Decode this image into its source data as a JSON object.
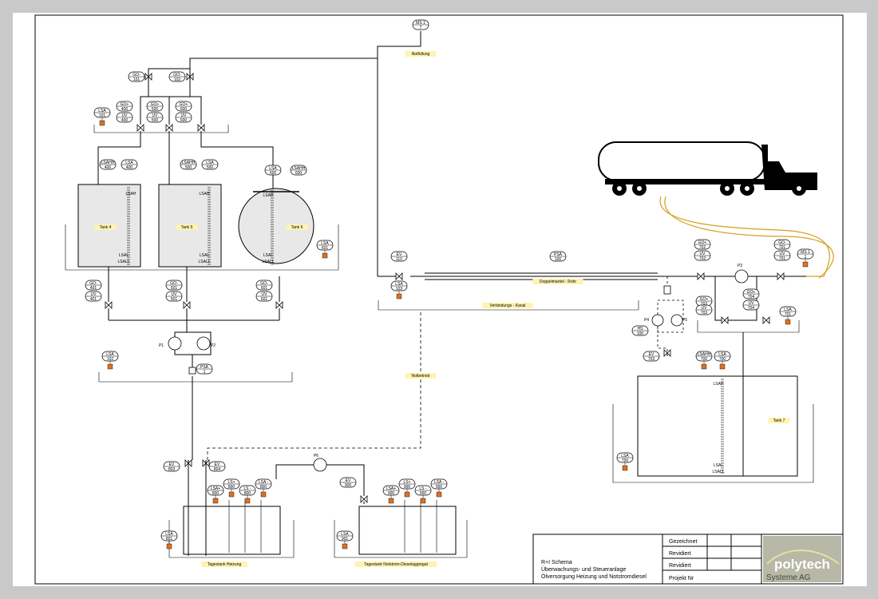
{
  "colors": {
    "sheet": "#ffffff",
    "frame": "#c9c9c9",
    "line": "#000000",
    "tankFill": "#e8e8e8",
    "sensor": "#e07020",
    "labelBg": "#fff3b0",
    "hose": "#d4a020"
  },
  "instruments": {
    "ms1_top": [
      "MS 1",
      "7"
    ],
    "go_101": [
      "GO-",
      "101"
    ],
    "go_102": [
      "GO-",
      "102"
    ],
    "lsa_101": [
      "LSA",
      "101"
    ],
    "go_400": [
      "GO+",
      "400"
    ],
    "uv_400": [
      "UV",
      "400"
    ],
    "go_500": [
      "GO+",
      "500"
    ],
    "uv_500": [
      "UV",
      "500"
    ],
    "go_600": [
      "GO+",
      "600"
    ],
    "uv_600": [
      "UV",
      "600"
    ],
    "lsahh_400": [
      "LSAHH",
      "400"
    ],
    "lsa_400": [
      "LSA",
      "400"
    ],
    "lsahh_500": [
      "LSAHH",
      "500"
    ],
    "lsa_500": [
      "LSA",
      "500"
    ],
    "lsa_600": [
      "LSA",
      "600"
    ],
    "lsahh_600": [
      "LSAHH",
      "600"
    ],
    "lsa_601": [
      "LSA",
      "601"
    ],
    "go_401": [
      "GO-",
      "401"
    ],
    "uv_401": [
      "UV",
      "401"
    ],
    "go_501": [
      "GO-",
      "501"
    ],
    "uv_501": [
      "UV",
      "501"
    ],
    "go_601": [
      "GO-",
      "601"
    ],
    "uv_601": [
      "UV",
      "601"
    ],
    "lsa_102": [
      "LSA",
      "102"
    ],
    "psa_1": [
      "PSA",
      "1"
    ],
    "ev_110": [
      "EV",
      "110"
    ],
    "lsa_103": [
      "LSA",
      "103"
    ],
    "psa_100": [
      "PSA",
      "100"
    ],
    "go_702": [
      "GO+",
      "702"
    ],
    "uv_702": [
      "UV",
      "702"
    ],
    "go_701": [
      "GO-",
      "701"
    ],
    "uv_701": [
      "UV",
      "701"
    ],
    "ms1_right": [
      "MS 1",
      "1"
    ],
    "go_703": [
      "GO+",
      "703"
    ],
    "uv_703": [
      "UV",
      "703"
    ],
    "go_704": [
      "GO+",
      "704"
    ],
    "uv_704": [
      "UV",
      "704"
    ],
    "lsa_701": [
      "LSA",
      "701"
    ],
    "hs_100": [
      "HS",
      "100"
    ],
    "ev_703": [
      "EV",
      "703"
    ],
    "lsahh_700": [
      "LSAHH",
      "700"
    ],
    "lsa_700": [
      "LSA",
      "700"
    ],
    "lsa_700b": [
      "LSA",
      "700"
    ],
    "ev_803": [
      "EV",
      "803"
    ],
    "ev_804": [
      "EV",
      "804"
    ],
    "lsa_800": [
      "LSA+",
      "800"
    ],
    "ls_800": [
      "LS+",
      "800"
    ],
    "ls_800b": [
      "LS -",
      "800"
    ],
    "lsa_800c": [
      "LSA -",
      "800"
    ],
    "ev_900": [
      "EV",
      "900"
    ],
    "lsa_900": [
      "LSA+",
      "900"
    ],
    "ls_900": [
      "LS+",
      "900"
    ],
    "ls_900b": [
      "LS -",
      "900"
    ],
    "lsa_900c": [
      "LSA -",
      "900"
    ],
    "lsa_801": [
      "LSA",
      "801"
    ],
    "lsa_901": [
      "LSA",
      "901"
    ]
  },
  "labels": {
    "notfuellung": "Notfüllung",
    "tank4": "Tank 4",
    "tank5": "Tank 5",
    "tank6": "Tank 6",
    "tank7": "Tank 7",
    "lsah": "LSAH",
    "lsal": "LSAL",
    "lsall": "LSALL",
    "p1": "P1",
    "p2": "P2",
    "p3": "P3",
    "p4": "P4",
    "p5": "P5",
    "p6": "P6",
    "doppelmantel": "Doppelmantel - Rohr",
    "verbindungskanal": "Verbindungs - Kanal",
    "notbetrieb": "Notbetrieb",
    "tagestank_heizung": "Tagestank Heizung",
    "tagestank_notstrom": "Tagestank Notstrom-Dieselaggregat"
  },
  "title_block": {
    "line1": "R+I Schema",
    "line2": "Überwachungs- und Steueranlage",
    "line3": "Ölversorgung Heizung und Notstromdiesel",
    "gezeichnet": "Gezeichnet",
    "revidiert1": "Revidiert",
    "revidiert2": "Revidiert",
    "projekt": "Projekt Nr"
  },
  "logo": {
    "name": "polytech",
    "sub": "Systeme AG"
  }
}
